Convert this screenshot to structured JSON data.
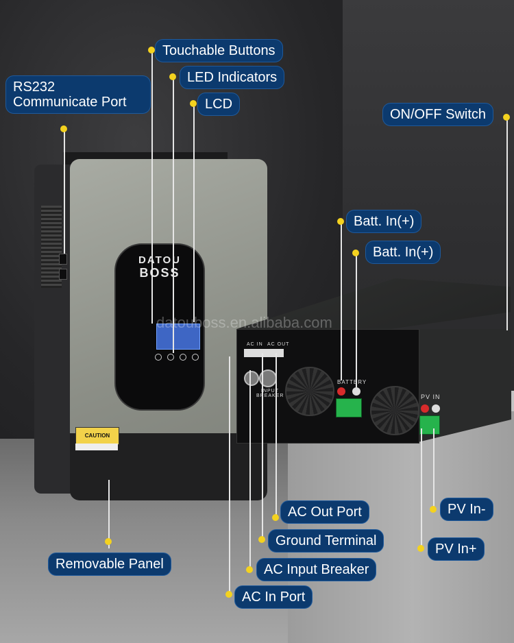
{
  "brand_logo": {
    "line1": "DATOU",
    "line2": "BOSS"
  },
  "watermark": "datouboss.en.alibaba.com",
  "device_text": {
    "caution": "CAUTION",
    "battery": "BATTERY",
    "pv_in": "PV IN",
    "input_breaker": "INPUT BREAKER",
    "ac_in": "AC IN",
    "ac_out": "AC OUT"
  },
  "callouts": {
    "touchable_buttons": "Touchable Buttons",
    "led_indicators": "LED Indicators",
    "lcd": "LCD",
    "rs232": "RS232 Communicate Port",
    "on_off_switch": "ON/OFF Switch",
    "batt_in_plus_1": "Batt. In(+)",
    "batt_in_plus_2": "Batt. In(+)",
    "ac_out_port": "AC Out Port",
    "ground_terminal": "Ground Terminal",
    "ac_input_breaker": "AC Input Breaker",
    "ac_in_port": "AC In Port",
    "removable_panel": "Removable Panel",
    "pv_in_minus": "PV In-",
    "pv_in_plus": "PV In+"
  },
  "colors": {
    "label_bg": "#0c3a6e",
    "dot": "#f4d21f"
  }
}
